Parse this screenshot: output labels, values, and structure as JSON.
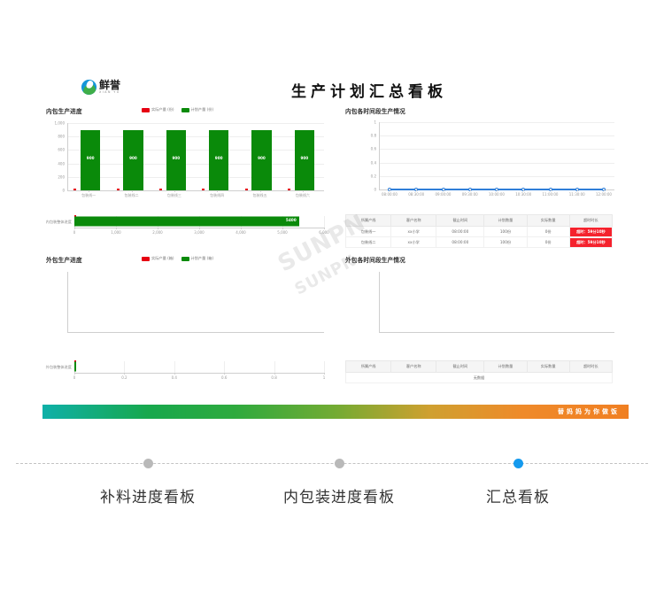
{
  "brand": {
    "name_cn": "鲜誉",
    "name_pinyin": "XIAN YU",
    "logo_icon": "circular-leaf-icon"
  },
  "header": {
    "title": "生产计划汇总看板"
  },
  "panels": {
    "inner_production": {
      "title": "内包生产进度",
      "legend": [
        {
          "label": "实际产量 (份)",
          "color": "#e60012"
        },
        {
          "label": "计划产量 (份)",
          "color": "#0a8a0a"
        }
      ]
    },
    "inner_timeline": {
      "title": "内包各时间段生产情况"
    },
    "outer_production": {
      "title": "外包生产进度",
      "legend": [
        {
          "label": "实际产量 (箱)",
          "color": "#e60012"
        },
        {
          "label": "计划产量 (箱)",
          "color": "#0a8a0a"
        }
      ]
    },
    "outer_timeline": {
      "title": "外包各时间段生产情况"
    }
  },
  "chart_data": [
    {
      "id": "inner_production_bar",
      "type": "bar",
      "title": "内包生产进度",
      "xlabel": "",
      "ylabel": "",
      "ylim": [
        0,
        1000
      ],
      "yticks": [
        "0",
        "200",
        "400",
        "600",
        "800",
        "1,000"
      ],
      "ytick_values": [
        0,
        200,
        400,
        600,
        800,
        1000
      ],
      "grid": true,
      "legend_position": "top-center",
      "categories": [
        "包装线一",
        "包装线二",
        "包装线三",
        "包装线四",
        "包装线五",
        "包装线六"
      ],
      "series": [
        {
          "name": "实际产量 (份)",
          "color": "#e60012",
          "values": [
            0,
            0,
            0,
            0,
            0,
            0
          ]
        },
        {
          "name": "计划产量 (份)",
          "color": "#0a8a0a",
          "values": [
            900,
            900,
            900,
            900,
            900,
            900
          ],
          "labels": [
            "900",
            "900",
            "900",
            "900",
            "900",
            "900"
          ]
        }
      ]
    },
    {
      "id": "inner_overall_progress",
      "type": "bar",
      "orientation": "horizontal",
      "title": "内包装整体进度",
      "category": "内包装整体进度",
      "xlim": [
        0,
        6000
      ],
      "xticks": [
        "0",
        "1,000",
        "2,000",
        "3,000",
        "4,000",
        "5,000",
        "6,000"
      ],
      "xtick_values": [
        0,
        1000,
        2000,
        3000,
        4000,
        5000,
        6000
      ],
      "grid": true,
      "series": [
        {
          "name": "实际产量",
          "color": "#e60012",
          "value": 0
        },
        {
          "name": "计划产量",
          "color": "#0a8a0a",
          "value": 5400,
          "label": "5400"
        }
      ]
    },
    {
      "id": "inner_timeline_line",
      "type": "line",
      "title": "内包各时间段生产情况",
      "xlabel": "",
      "ylabel": "",
      "ylim": [
        0,
        1
      ],
      "yticks": [
        "0",
        "0.2",
        "0.4",
        "0.6",
        "0.8",
        "1"
      ],
      "ytick_values": [
        0,
        0.2,
        0.4,
        0.6,
        0.8,
        1
      ],
      "grid": true,
      "x": [
        "08:00:00",
        "08:30:00",
        "09:00:00",
        "09:30:00",
        "10:00:00",
        "10:30:00",
        "11:00:00",
        "11:30:00",
        "12:00:00"
      ],
      "series": [
        {
          "name": "产量",
          "color": "#2f7ed8",
          "values": [
            0,
            0,
            0,
            0,
            0,
            0,
            0,
            0,
            0
          ]
        }
      ]
    },
    {
      "id": "outer_production_bar",
      "type": "bar",
      "title": "外包生产进度",
      "xlabel": "",
      "ylabel": "",
      "grid": false,
      "legend_position": "top-center",
      "categories": [],
      "series": [
        {
          "name": "实际产量 (箱)",
          "color": "#e60012",
          "values": []
        },
        {
          "name": "计划产量 (箱)",
          "color": "#0a8a0a",
          "values": []
        }
      ]
    },
    {
      "id": "outer_overall_progress",
      "type": "bar",
      "orientation": "horizontal",
      "title": "外包装整体进度",
      "category": "外包装整体进度",
      "xlim": [
        0,
        1
      ],
      "xticks": [
        "0",
        "0.2",
        "0.4",
        "0.6",
        "0.8",
        "1"
      ],
      "xtick_values": [
        0,
        0.2,
        0.4,
        0.6,
        0.8,
        1
      ],
      "grid": true,
      "series": [
        {
          "name": "实际产量",
          "color": "#e60012",
          "value": 0
        },
        {
          "name": "计划产量",
          "color": "#0a8a0a",
          "value": 0
        }
      ]
    },
    {
      "id": "outer_timeline_line",
      "type": "line",
      "title": "外包各时间段生产情况",
      "xlabel": "",
      "ylabel": "",
      "grid": false,
      "x": [],
      "series": []
    }
  ],
  "inner_table": {
    "headers": [
      "所属产线",
      "客户名称",
      "截止时间",
      "计划数量",
      "实际数量",
      "超时时长"
    ],
    "rows": [
      {
        "line": "包装线一",
        "customer": "xx小学",
        "deadline": "08:00:00",
        "planned": "100份",
        "actual": "0份",
        "overdue": "超时：59分10秒",
        "overdue_color": "#f5222d"
      },
      {
        "line": "包装线二",
        "customer": "xx小学",
        "deadline": "08:00:00",
        "planned": "100份",
        "actual": "0份",
        "overdue": "超时：59分10秒",
        "overdue_color": "#f5222d"
      }
    ]
  },
  "outer_table": {
    "headers": [
      "所属产线",
      "客户名称",
      "截止时间",
      "计划数量",
      "实际数量",
      "超时时长"
    ],
    "empty_text": "无数据",
    "rows": []
  },
  "footer": {
    "slogan": "替妈妈为你做饭",
    "gradient_from": "#0fb0a8",
    "gradient_mid": "#2faa3e",
    "gradient_to": "#f07f22"
  },
  "watermark": {
    "text": "SUNPN"
  },
  "nav": {
    "items": [
      {
        "label": "补料进度看板",
        "active": false
      },
      {
        "label": "内包装进度看板",
        "active": false
      },
      {
        "label": "汇总看板",
        "active": true
      }
    ],
    "active_color": "#159aee",
    "inactive_color": "#b9b9b9"
  }
}
